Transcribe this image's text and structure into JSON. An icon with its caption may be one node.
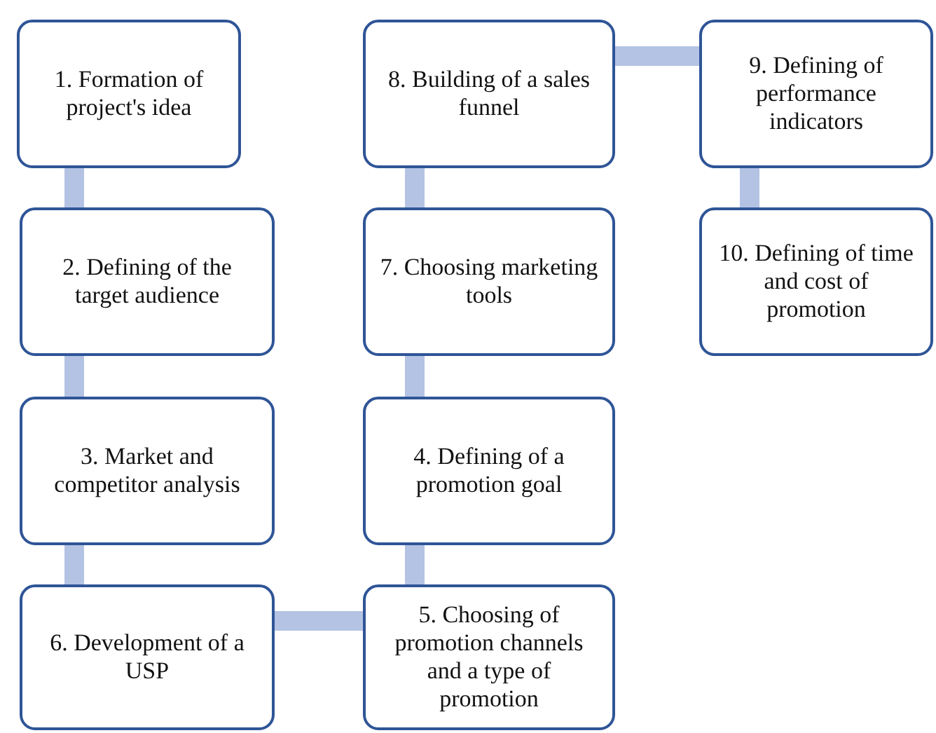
{
  "diagram": {
    "nodes": [
      {
        "text": [
          "1. Formation of project's idea"
        ]
      },
      {
        "text": [
          "2. Defining of the target audience"
        ]
      },
      {
        "text": [
          "3. Market and competitor analysis"
        ]
      },
      {
        "text": [
          "4. Defining of a promotion goal"
        ]
      },
      {
        "text": [
          "5. Choosing of promotion channels and a type of promotion"
        ]
      },
      {
        "text": [
          "6. Development of a USP"
        ]
      },
      {
        "text": [
          "7. Choosing marketing tools"
        ]
      },
      {
        "text": [
          "8. Building of a sales funnel"
        ]
      },
      {
        "text": [
          "9. Defining of performance indicators"
        ]
      },
      {
        "text": [
          "10. Defining of time and cost of promotion"
        ]
      }
    ],
    "edges": [
      {
        "from": 0,
        "to": 1,
        "arrow": "none"
      },
      {
        "from": 1,
        "to": 2,
        "arrow": "none"
      },
      {
        "from": 2,
        "to": 5,
        "arrow": "none"
      },
      {
        "from": 5,
        "to": 4,
        "arrow": "none"
      },
      {
        "from": 4,
        "to": 3,
        "arrow": "none"
      },
      {
        "from": 3,
        "to": 6,
        "arrow": "none"
      },
      {
        "from": 6,
        "to": 7,
        "arrow": "none"
      },
      {
        "from": 7,
        "to": 8,
        "arrow": "none"
      },
      {
        "from": 8,
        "to": 9,
        "arrow": "none"
      }
    ]
  }
}
